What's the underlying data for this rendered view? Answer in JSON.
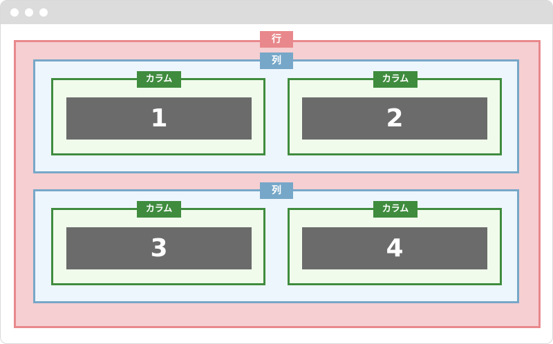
{
  "row": {
    "label": "行"
  },
  "cols": [
    {
      "label": "列",
      "columns": [
        {
          "label": "カラム",
          "content": "1"
        },
        {
          "label": "カラム",
          "content": "2"
        }
      ]
    },
    {
      "label": "列",
      "columns": [
        {
          "label": "カラム",
          "content": "3"
        },
        {
          "label": "カラム",
          "content": "4"
        }
      ]
    }
  ],
  "colors": {
    "row": "#e8888c",
    "col": "#76a7c8",
    "column": "#3f8c3e",
    "content": "#6b6b6b"
  }
}
